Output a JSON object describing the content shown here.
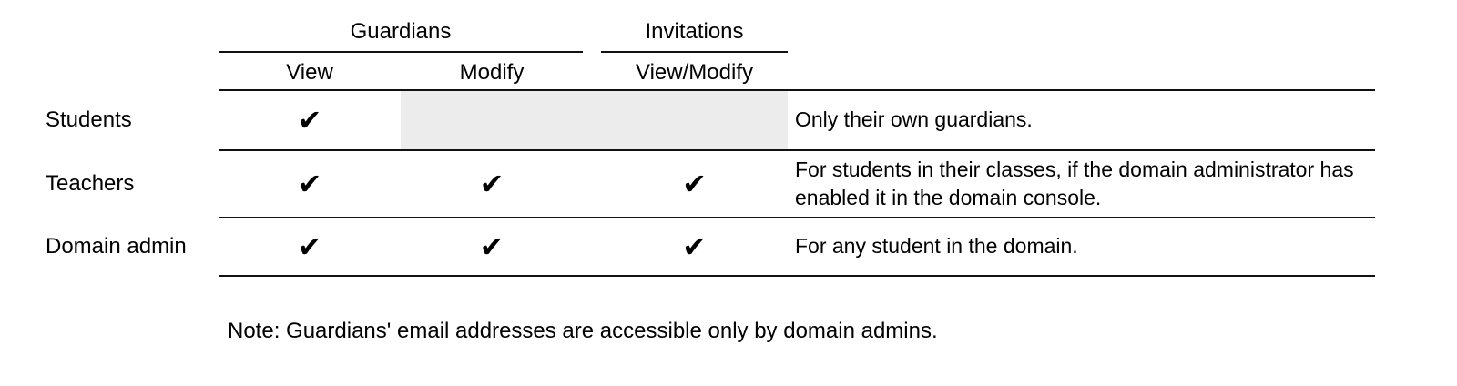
{
  "colors": {
    "line": "#111111",
    "disabled_cell_bg": "#ececec",
    "text": "#000000"
  },
  "table": {
    "column_groups": [
      {
        "label": "Guardians"
      },
      {
        "label": "Invitations"
      }
    ],
    "columns": [
      {
        "label": "View"
      },
      {
        "label": "Modify"
      },
      {
        "label": "View/Modify"
      }
    ],
    "rows": [
      {
        "label": "Students",
        "guardians_view": "✔",
        "guardians_modify": "",
        "invitations_view_modify": "",
        "note": "Only their own guardians."
      },
      {
        "label": "Teachers",
        "guardians_view": "✔",
        "guardians_modify": "✔",
        "invitations_view_modify": "✔",
        "note": "For students in their classes, if the domain administrator has enabled it in the domain console."
      },
      {
        "label": "Domain admin",
        "guardians_view": "✔",
        "guardians_modify": "✔",
        "invitations_view_modify": "✔",
        "note": "For any student in the domain."
      }
    ]
  },
  "footnote": "Note: Guardians' email addresses are accessible only by domain admins."
}
